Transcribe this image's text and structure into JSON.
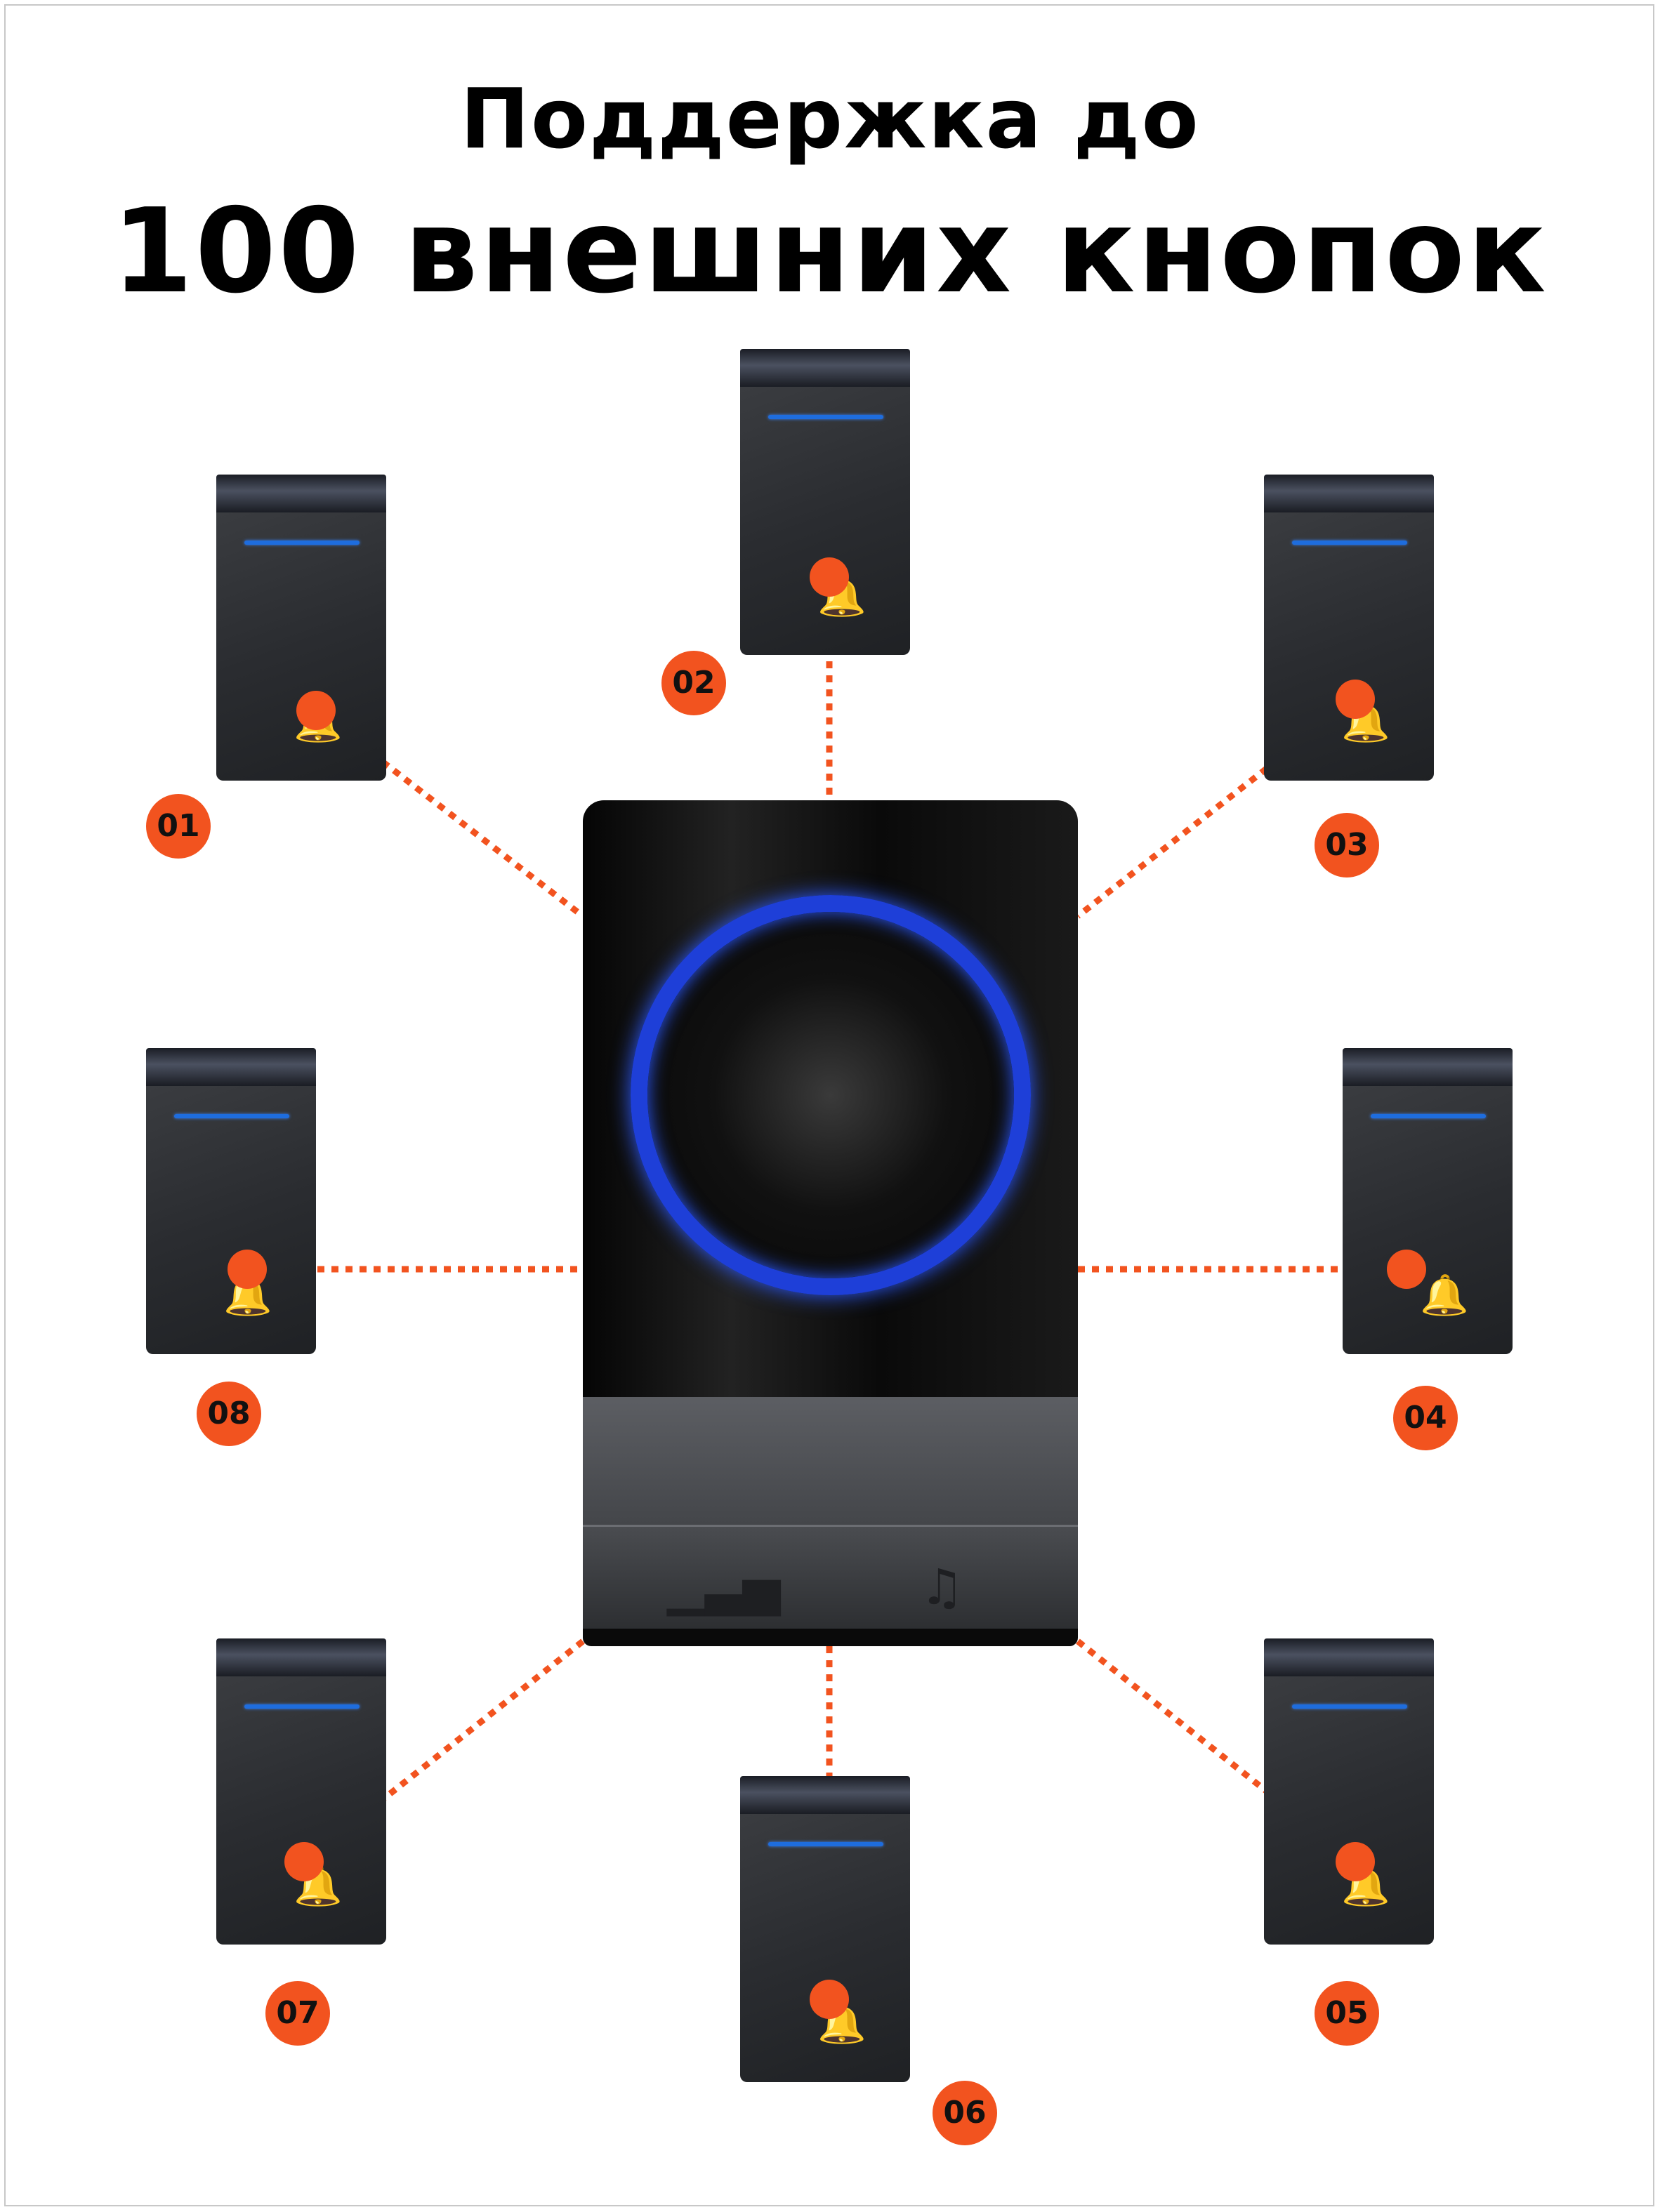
{
  "heading": {
    "line1": "Поддержка до",
    "line2": "100 внешних кнопок"
  },
  "colors": {
    "accent": "#f2531f",
    "led": "#1e6dde",
    "ring": "#1e3fd8"
  },
  "icons": {
    "remote_button": "bell-icon",
    "unit_left": "volume-bars-icon",
    "unit_right": "music-note-icon"
  },
  "remotes": [
    {
      "label": "01"
    },
    {
      "label": "02"
    },
    {
      "label": "03"
    },
    {
      "label": "04"
    },
    {
      "label": "05"
    },
    {
      "label": "06"
    },
    {
      "label": "07"
    },
    {
      "label": "08"
    }
  ]
}
